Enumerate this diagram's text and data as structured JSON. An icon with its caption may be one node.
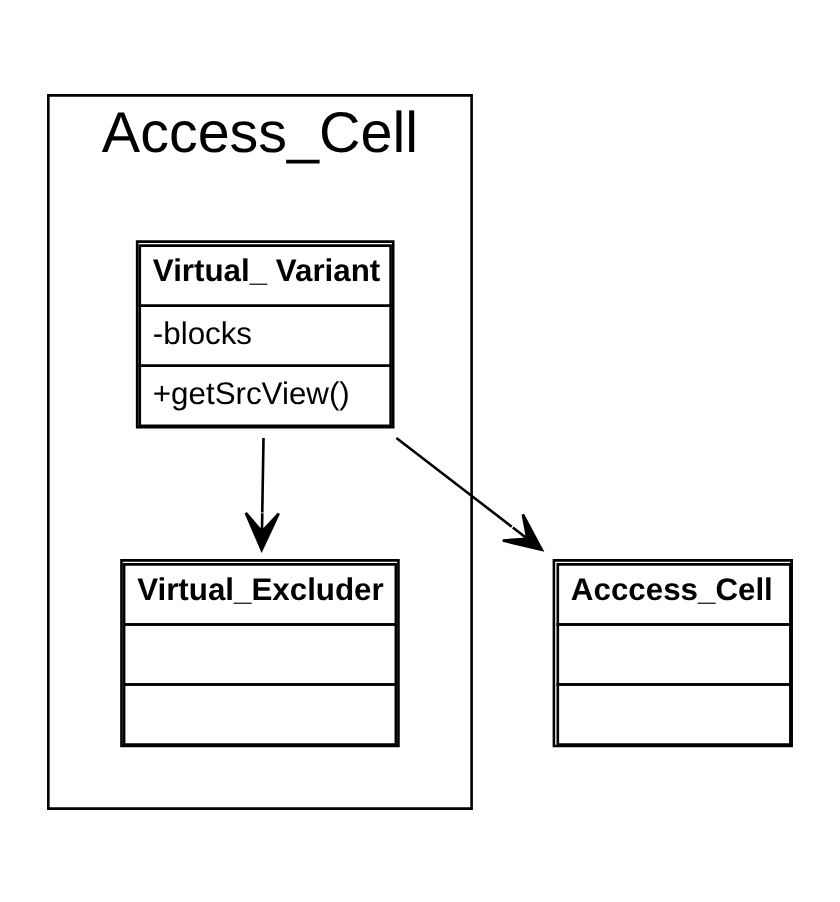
{
  "diagram": {
    "nodes": [
      {
        "text": [
          "Access_Cell"
        ]
      },
      {
        "text": [
          "Virtual_ Variant",
          "-blocks",
          "+getSrcView()"
        ],
        "in": 0
      },
      {
        "text": [
          "Virtual_Excluder"
        ],
        "in": 0
      },
      {
        "text": [
          "Acccess_Cell"
        ]
      }
    ],
    "edges": [
      {
        "from": 1,
        "to": 2,
        "arrow": "to"
      },
      {
        "from": 1,
        "to": 3,
        "arrow": "to"
      }
    ]
  }
}
